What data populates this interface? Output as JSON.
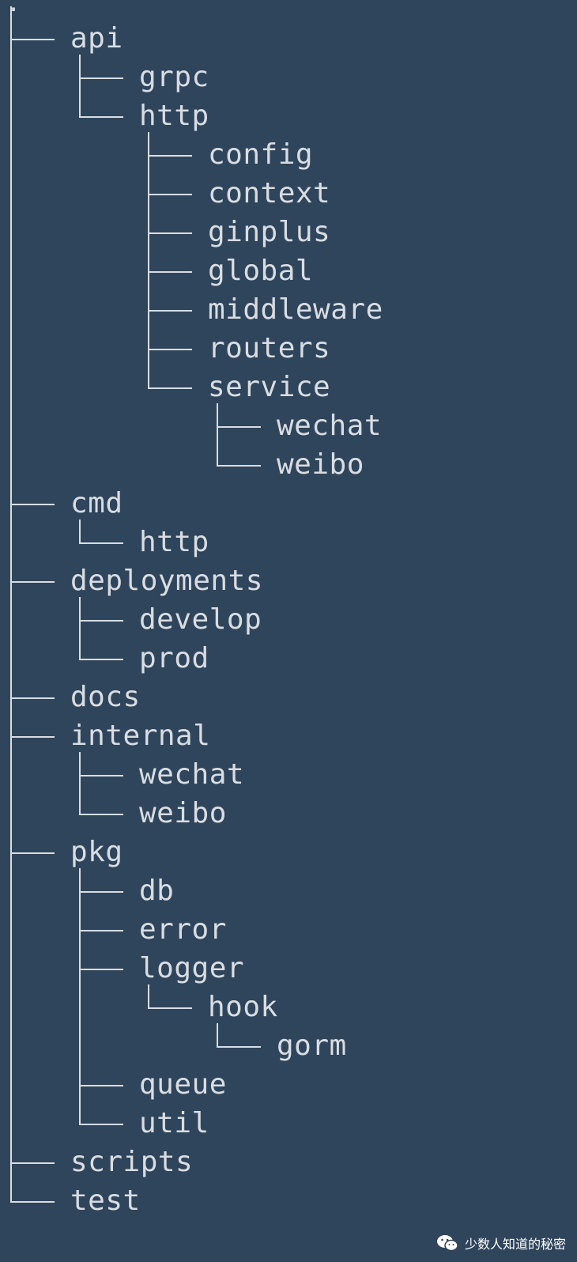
{
  "root": ".",
  "tree": [
    {
      "name": "api",
      "depth": 0,
      "last": false
    },
    {
      "name": "grpc",
      "depth": 1,
      "last": false
    },
    {
      "name": "http",
      "depth": 1,
      "last": true
    },
    {
      "name": "config",
      "depth": 2,
      "last": false
    },
    {
      "name": "context",
      "depth": 2,
      "last": false
    },
    {
      "name": "ginplus",
      "depth": 2,
      "last": false
    },
    {
      "name": "global",
      "depth": 2,
      "last": false
    },
    {
      "name": "middleware",
      "depth": 2,
      "last": false
    },
    {
      "name": "routers",
      "depth": 2,
      "last": false
    },
    {
      "name": "service",
      "depth": 2,
      "last": true
    },
    {
      "name": "wechat",
      "depth": 3,
      "last": false
    },
    {
      "name": "weibo",
      "depth": 3,
      "last": true
    },
    {
      "name": "cmd",
      "depth": 0,
      "last": false
    },
    {
      "name": "http",
      "depth": 1,
      "last": true
    },
    {
      "name": "deployments",
      "depth": 0,
      "last": false
    },
    {
      "name": "develop",
      "depth": 1,
      "last": false
    },
    {
      "name": "prod",
      "depth": 1,
      "last": true
    },
    {
      "name": "docs",
      "depth": 0,
      "last": false
    },
    {
      "name": "internal",
      "depth": 0,
      "last": false
    },
    {
      "name": "wechat",
      "depth": 1,
      "last": false
    },
    {
      "name": "weibo",
      "depth": 1,
      "last": true
    },
    {
      "name": "pkg",
      "depth": 0,
      "last": false
    },
    {
      "name": "db",
      "depth": 1,
      "last": false
    },
    {
      "name": "error",
      "depth": 1,
      "last": false
    },
    {
      "name": "logger",
      "depth": 1,
      "last": false
    },
    {
      "name": "hook",
      "depth": 2,
      "last": true
    },
    {
      "name": "gorm",
      "depth": 3,
      "last": true
    },
    {
      "name": "queue",
      "depth": 1,
      "last": false
    },
    {
      "name": "util",
      "depth": 1,
      "last": true
    },
    {
      "name": "scripts",
      "depth": 0,
      "last": false
    },
    {
      "name": "test",
      "depth": 0,
      "last": true
    }
  ],
  "watermark": {
    "icon": "wechat-icon",
    "text": "少数人知道的秘密"
  },
  "colors": {
    "background": "#2f455c",
    "text": "#d9dde2"
  }
}
